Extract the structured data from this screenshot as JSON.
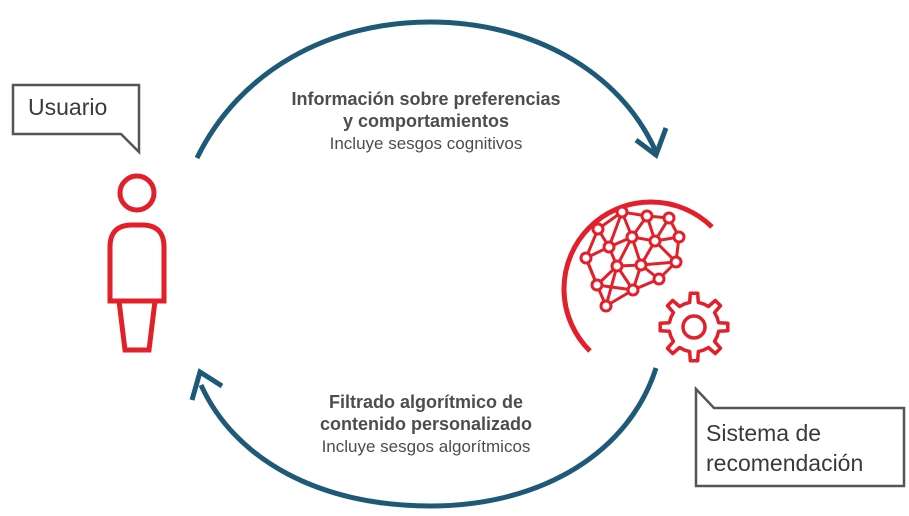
{
  "user_callout": {
    "label": "Usuario"
  },
  "system_callout": {
    "label_line1": "Sistema de",
    "label_line2": "recomendación"
  },
  "top_flow": {
    "title_line1": "Información sobre preferencias",
    "title_line2": "y comportamientos",
    "subtitle": "Incluye sesgos cognitivos"
  },
  "bottom_flow": {
    "title_line1": "Filtrado algorítmico de",
    "title_line2": "contenido personalizado",
    "subtitle": "Incluye sesgos algorítmicos"
  },
  "colors": {
    "arrow": "#1e5a78",
    "accent": "#e3202a",
    "text": "#4d4d4d",
    "callout_border": "#555555"
  },
  "icons": [
    "person-icon",
    "neural-network-icon",
    "gear-icon",
    "cycle-arrow-icon"
  ]
}
